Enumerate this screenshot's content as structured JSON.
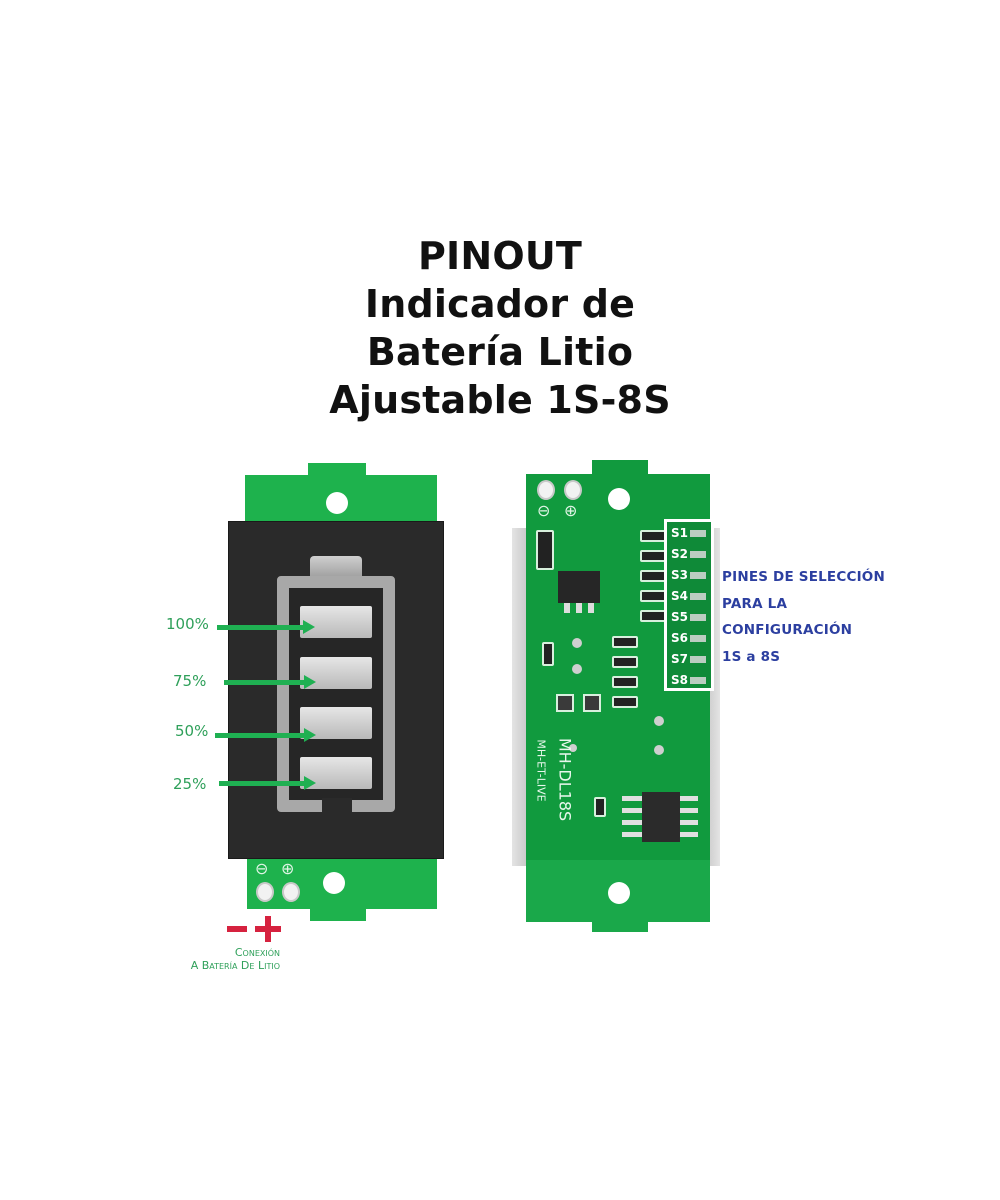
{
  "title": {
    "lines": [
      "PINOUT",
      "Indicador de",
      "Batería Litio",
      "Ajustable 1S-8S"
    ]
  },
  "front_board": {
    "level_labels": [
      "100%",
      "75%",
      "50%",
      "25%"
    ],
    "terminal_symbols": [
      "⊖",
      "⊕"
    ],
    "polarity": {
      "negative": "−",
      "positive": "+"
    },
    "connection_label": [
      "Conexión",
      "A Batería De Litio"
    ]
  },
  "back_board": {
    "terminal_symbols": [
      "⊖",
      "⊕"
    ],
    "select_pins": [
      "S1",
      "S2",
      "S3",
      "S4",
      "S5",
      "S6",
      "S7",
      "S8"
    ],
    "silkscreen_model": "MH-DL18S",
    "silkscreen_brand": "MH-ET-LIVE",
    "pins_annotation": [
      "PINES DE SELECCIÓN",
      "PARA LA",
      "CONFIGURACIÓN",
      "1S a 8S"
    ]
  },
  "colors": {
    "pcb_green": "#1aa84a",
    "lcd_black": "#2b2b2b",
    "arrow_green": "#1fb052",
    "label_green": "#2fa05a",
    "polarity_red": "#d6223f",
    "annotation_blue": "#2c3fa0"
  }
}
